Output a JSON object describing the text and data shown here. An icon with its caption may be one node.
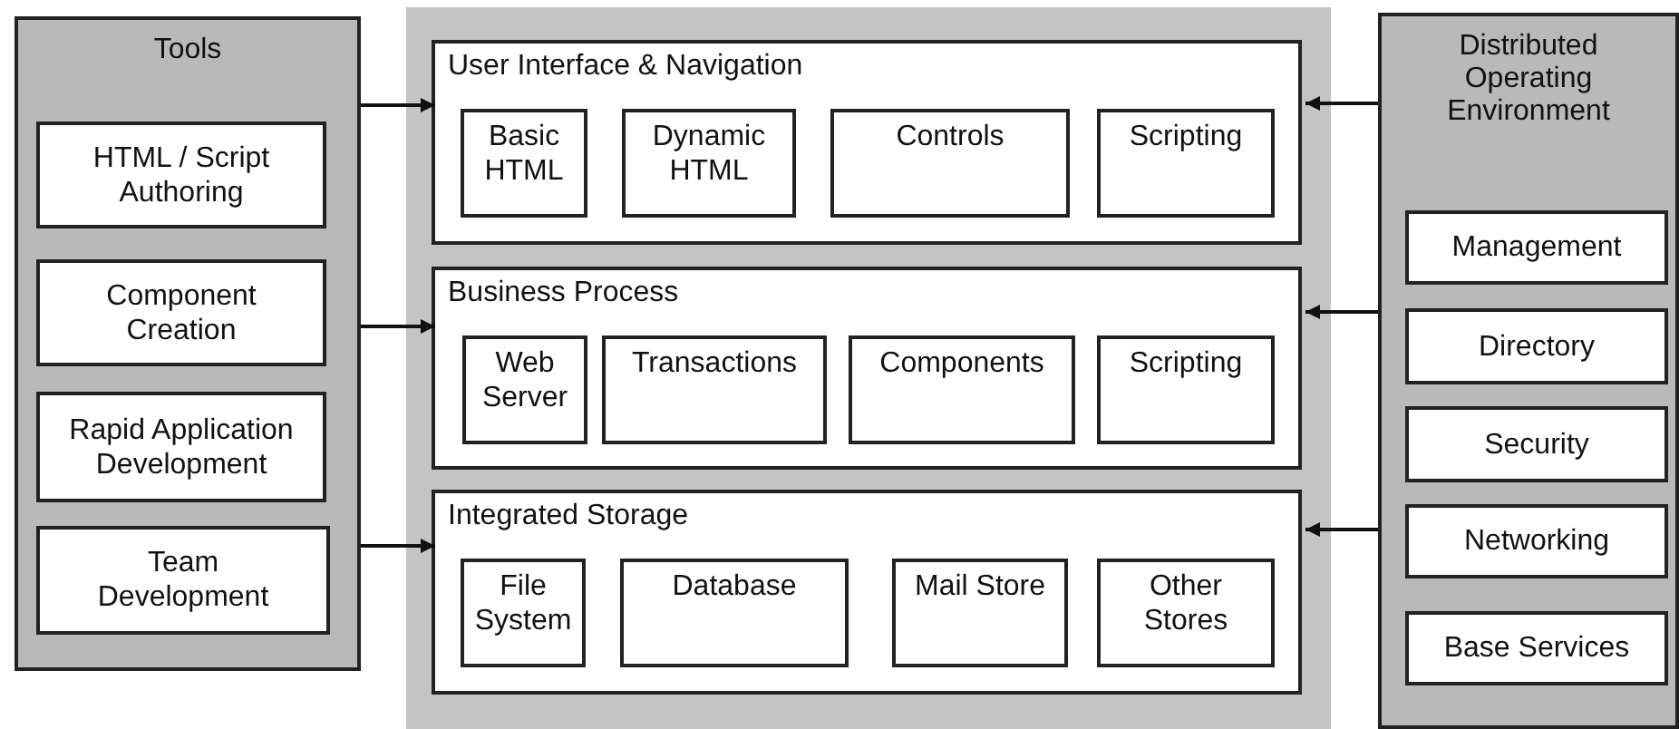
{
  "diagram": {
    "nodes": [
      {
        "text": [
          "Tools"
        ]
      },
      {
        "text": [
          "HTML / Script Authoring"
        ],
        "in": 0
      },
      {
        "text": [
          "Component Creation"
        ],
        "in": 0
      },
      {
        "text": [
          "Rapid Application Development"
        ],
        "in": 0
      },
      {
        "text": [
          "Team Development"
        ],
        "in": 0
      },
      {
        "text": [],
        "shape": "box"
      },
      {
        "text": [
          "User Interface & Navigation"
        ],
        "in": 5
      },
      {
        "text": [
          "Basic HTML"
        ],
        "in": 6
      },
      {
        "text": [
          "Dynamic HTML"
        ],
        "in": 6
      },
      {
        "text": [
          "Controls"
        ],
        "in": 6
      },
      {
        "text": [
          "Scripting"
        ],
        "in": 6
      },
      {
        "text": [
          "Business Process"
        ],
        "in": 5
      },
      {
        "text": [
          "Web Server"
        ],
        "in": 11
      },
      {
        "text": [
          "Transactions"
        ],
        "in": 11
      },
      {
        "text": [
          "Components"
        ],
        "in": 11
      },
      {
        "text": [
          "Scripting"
        ],
        "in": 11
      },
      {
        "text": [
          "Integrated Storage"
        ],
        "in": 5
      },
      {
        "text": [
          "File System"
        ],
        "in": 16
      },
      {
        "text": [
          "Database"
        ],
        "in": 16
      },
      {
        "text": [
          "Mail Store"
        ],
        "in": 16
      },
      {
        "text": [
          "Other Stores"
        ],
        "in": 16
      },
      {
        "text": [
          "Distributed Operating Environment"
        ]
      },
      {
        "text": [
          "Management"
        ],
        "in": 21
      },
      {
        "text": [
          "Directory"
        ],
        "in": 21
      },
      {
        "text": [
          "Security"
        ],
        "in": 21
      },
      {
        "text": [
          "Networking"
        ],
        "in": 21
      },
      {
        "text": [
          "Base Services"
        ],
        "in": 21
      }
    ],
    "edges": [
      {
        "from": 0,
        "to": 6,
        "arrow": "to"
      },
      {
        "from": 0,
        "to": 11,
        "arrow": "to"
      },
      {
        "from": 0,
        "to": 16,
        "arrow": "to"
      },
      {
        "from": 21,
        "to": 6,
        "arrow": "to"
      },
      {
        "from": 21,
        "to": 11,
        "arrow": "to"
      },
      {
        "from": 21,
        "to": 16,
        "arrow": "to"
      }
    ]
  }
}
